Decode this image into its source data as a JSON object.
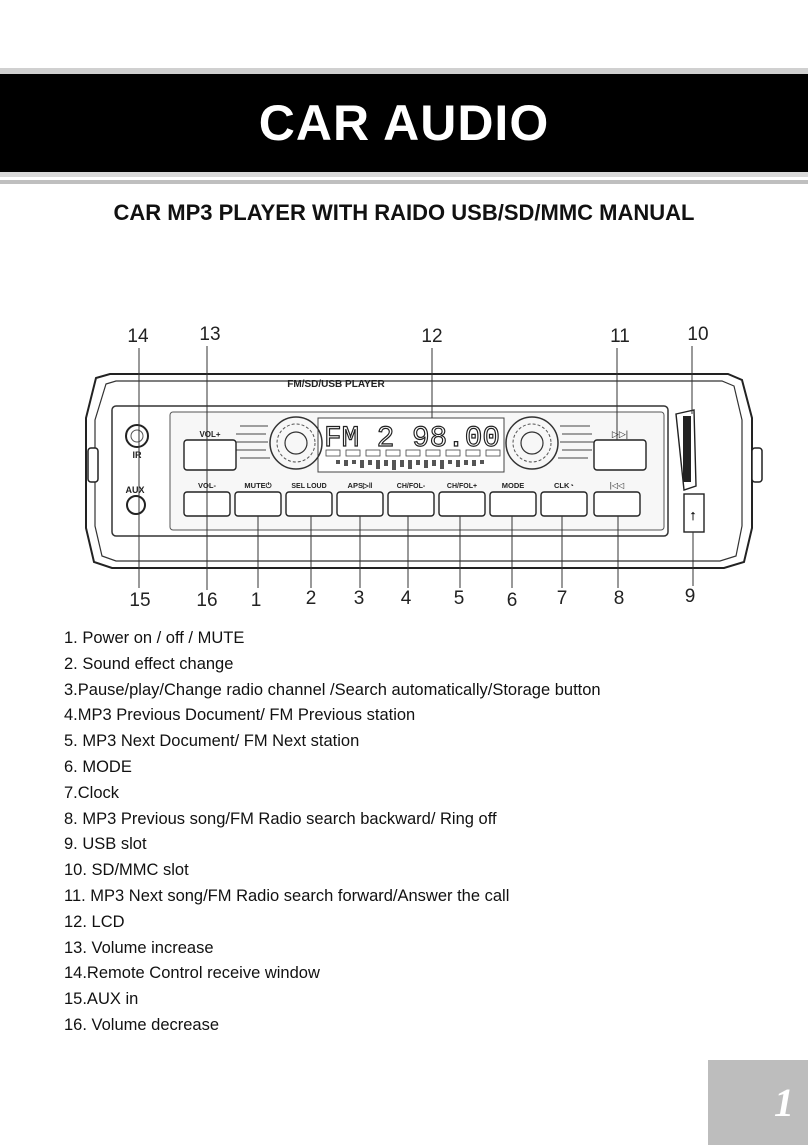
{
  "banner": {
    "title": "CAR AUDIO"
  },
  "subtitle": "CAR MP3 PLAYER WITH RAIDO USB/SD/MMC MANUAL",
  "device": {
    "faceplate_label": "FM/SD/USB PLAYER",
    "lcd_text": "FM 2  98.00",
    "ir_label": "IR",
    "aux_label": "AUX",
    "buttons": {
      "vol_plus": "VOL+",
      "vol_minus": "VOL-",
      "mute": "MUTE⏻",
      "sel_loud": "SEL LOUD",
      "aps": "APS▷‖",
      "ch_fol_minus": "CH/FOL-",
      "ch_fol_plus": "CH/FOL+",
      "mode": "MODE",
      "clk": "CLK◔",
      "next": "▷▷|",
      "prev": "|◁◁"
    },
    "usb_symbol": "⭠"
  },
  "callouts": {
    "top": [
      "14",
      "13",
      "12",
      "11",
      "10"
    ],
    "bottom": [
      "15",
      "16",
      "1",
      "2",
      "3",
      "4",
      "5",
      "6",
      "7",
      "8",
      "9"
    ]
  },
  "legend": [
    "1. Power on / off / MUTE",
    "2. Sound effect change",
    "3.Pause/play/Change radio channel /Search automatically/Storage button",
    "4.MP3 Previous Document/ FM Previous station",
    "5. MP3 Next Document/ FM Next station",
    "6. MODE",
    "7.Clock",
    "8. MP3 Previous song/FM Radio search backward/ Ring off",
    "9. USB slot",
    "10. SD/MMC slot",
    "11. MP3 Next song/FM Radio search forward/Answer the call",
    "12. LCD",
    "13. Volume increase",
    "14.Remote Control receive window",
    "15.AUX in",
    "16. Volume decrease"
  ],
  "page_number": "1"
}
